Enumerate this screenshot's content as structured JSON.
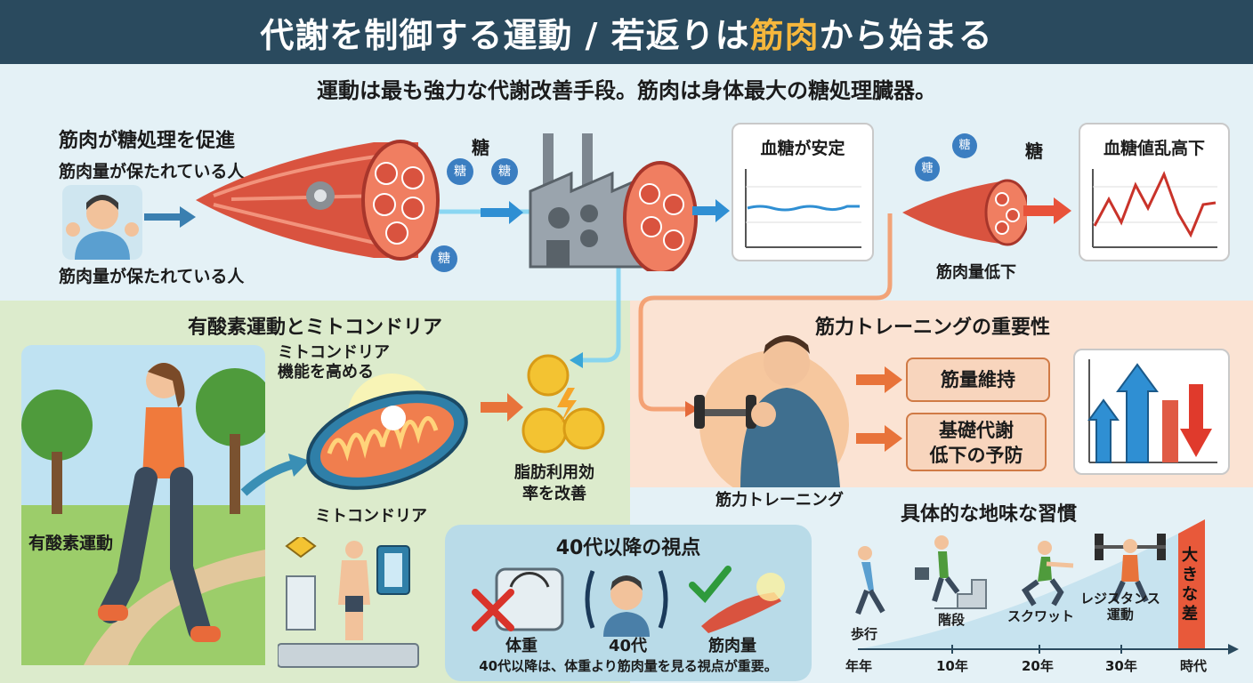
{
  "header": {
    "title_part1": "代謝を制御する運動 / 若返りは",
    "title_highlight": "筋肉",
    "title_part2": "から始まる"
  },
  "lead": "運動は最も強力な代謝改善手段。筋肉は身体最大の糖処理臓器。",
  "muscle": {
    "heading": "筋肉が糖処理を促進",
    "person_label_top": "筋肉量が保たれている人",
    "person_label_bottom": "筋肉量が保たれている人",
    "sugar_label": "糖",
    "sugar_bubble": "糖",
    "stable_title": "血糖が安定",
    "low_label": "筋肉量低下",
    "fluct_title": "血糖値乱高下"
  },
  "aerobic": {
    "heading": "有酸素運動とミトコンドリア",
    "mito_boost": "ミトコンドリア\n機能を高める",
    "mito_label": "ミトコンドリア",
    "runner_label": "有酸素運動",
    "fat_label": "脂肪利用効\n率を改善"
  },
  "strength": {
    "heading": "筋力トレーニングの重要性",
    "tag1": "筋量維持",
    "tag2": "基礎代謝\n低下の予防",
    "trainer_label": "筋力トレーニング"
  },
  "forties": {
    "heading": "40代以降の視点",
    "item1": "体重",
    "item2": "40代",
    "item3": "筋肉量",
    "note": "40代以降は、体重より筋肉量を見る視点が重要。"
  },
  "habits": {
    "heading": "具体的な地味な習慣",
    "steps": [
      "歩行",
      "階段",
      "スクワット",
      "レジスタンス\n運動"
    ],
    "axis": [
      "年年",
      "10年",
      "20年",
      "30年",
      "時代"
    ],
    "gap": "大きな差"
  },
  "colors": {
    "header": "#2a4a5e",
    "accent": "#f6b73c",
    "muscle": "#d9533f",
    "green": "#dcebcc",
    "orange": "#fbe3d3"
  }
}
